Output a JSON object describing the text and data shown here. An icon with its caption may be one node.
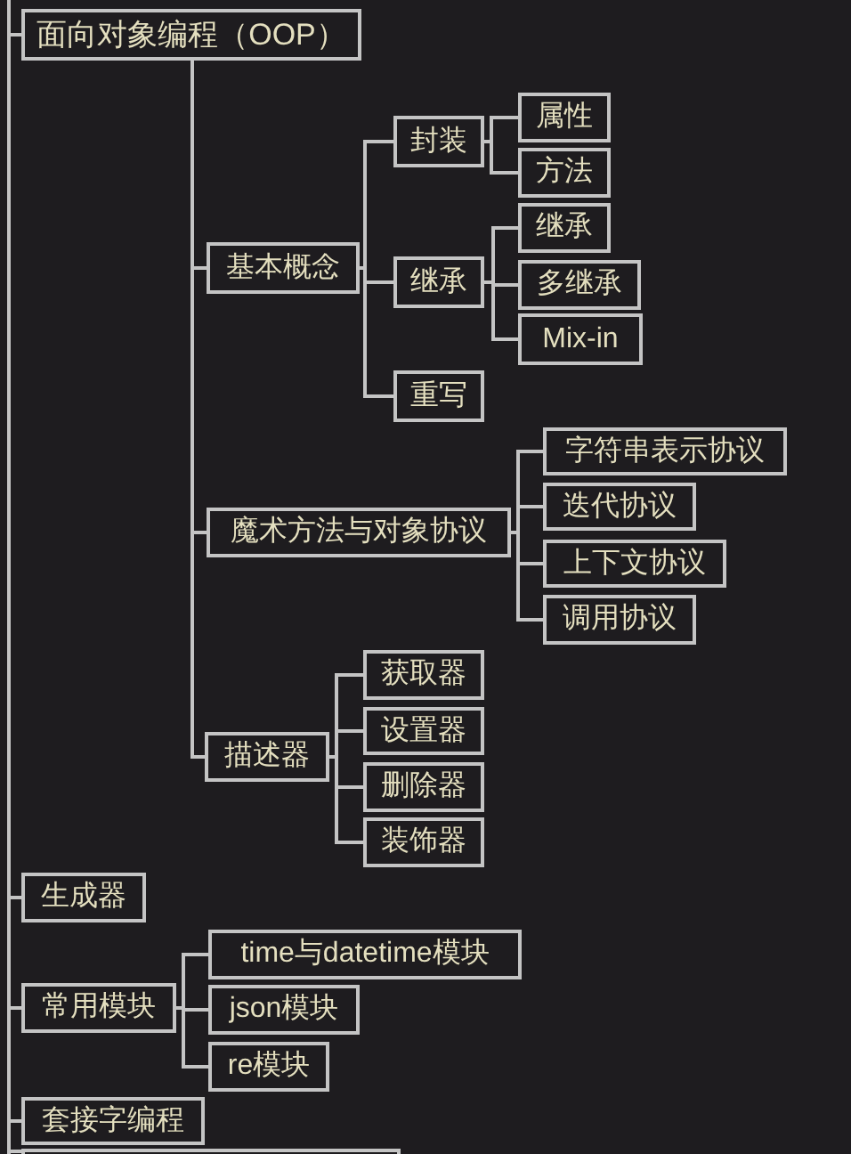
{
  "diagram": {
    "nodes": [
      {
        "text": [
          "面向对象编程（OOP）"
        ]
      },
      {
        "text": [
          "基本概念"
        ]
      },
      {
        "text": [
          "封装"
        ]
      },
      {
        "text": [
          "属性"
        ]
      },
      {
        "text": [
          "方法"
        ]
      },
      {
        "text": [
          "继承"
        ]
      },
      {
        "text": [
          "继承"
        ]
      },
      {
        "text": [
          "多继承"
        ]
      },
      {
        "text": [
          "Mix-in"
        ]
      },
      {
        "text": [
          "重写"
        ]
      },
      {
        "text": [
          "魔术方法与对象协议"
        ]
      },
      {
        "text": [
          "字符串表示协议"
        ]
      },
      {
        "text": [
          "迭代协议"
        ]
      },
      {
        "text": [
          "上下文协议"
        ]
      },
      {
        "text": [
          "调用协议"
        ]
      },
      {
        "text": [
          "描述器"
        ]
      },
      {
        "text": [
          "获取器"
        ]
      },
      {
        "text": [
          "设置器"
        ]
      },
      {
        "text": [
          "删除器"
        ]
      },
      {
        "text": [
          "装饰器"
        ]
      },
      {
        "text": [
          "生成器"
        ]
      },
      {
        "text": [
          "常用模块"
        ]
      },
      {
        "text": [
          "time与datetime模块"
        ]
      },
      {
        "text": [
          "json模块"
        ]
      },
      {
        "text": [
          "re模块"
        ]
      },
      {
        "text": [
          "套接字编程"
        ]
      },
      {
        "text": [],
        "shape": "box"
      }
    ],
    "edges": [
      {
        "from": null,
        "to": 0,
        "arrow": "none"
      },
      {
        "from": 0,
        "to": 1,
        "arrow": "none"
      },
      {
        "from": 1,
        "to": 2,
        "arrow": "none"
      },
      {
        "from": 2,
        "to": 3,
        "arrow": "none"
      },
      {
        "from": 2,
        "to": 4,
        "arrow": "none"
      },
      {
        "from": 1,
        "to": 5,
        "arrow": "none"
      },
      {
        "from": 5,
        "to": 6,
        "arrow": "none"
      },
      {
        "from": 5,
        "to": 7,
        "arrow": "none"
      },
      {
        "from": 5,
        "to": 8,
        "arrow": "none"
      },
      {
        "from": 1,
        "to": 9,
        "arrow": "none"
      },
      {
        "from": 0,
        "to": 10,
        "arrow": "none"
      },
      {
        "from": 10,
        "to": 11,
        "arrow": "none"
      },
      {
        "from": 10,
        "to": 12,
        "arrow": "none"
      },
      {
        "from": 10,
        "to": 13,
        "arrow": "none"
      },
      {
        "from": 10,
        "to": 14,
        "arrow": "none"
      },
      {
        "from": 0,
        "to": 15,
        "arrow": "none"
      },
      {
        "from": 15,
        "to": 16,
        "arrow": "none"
      },
      {
        "from": 15,
        "to": 17,
        "arrow": "none"
      },
      {
        "from": 15,
        "to": 18,
        "arrow": "none"
      },
      {
        "from": 15,
        "to": 19,
        "arrow": "none"
      },
      {
        "from": null,
        "to": 20,
        "arrow": "none"
      },
      {
        "from": null,
        "to": 21,
        "arrow": "none"
      },
      {
        "from": 21,
        "to": 22,
        "arrow": "none"
      },
      {
        "from": 21,
        "to": 23,
        "arrow": "none"
      },
      {
        "from": 21,
        "to": 24,
        "arrow": "none"
      },
      {
        "from": null,
        "to": 25,
        "arrow": "none"
      },
      {
        "from": null,
        "to": 26,
        "arrow": "none"
      }
    ]
  }
}
